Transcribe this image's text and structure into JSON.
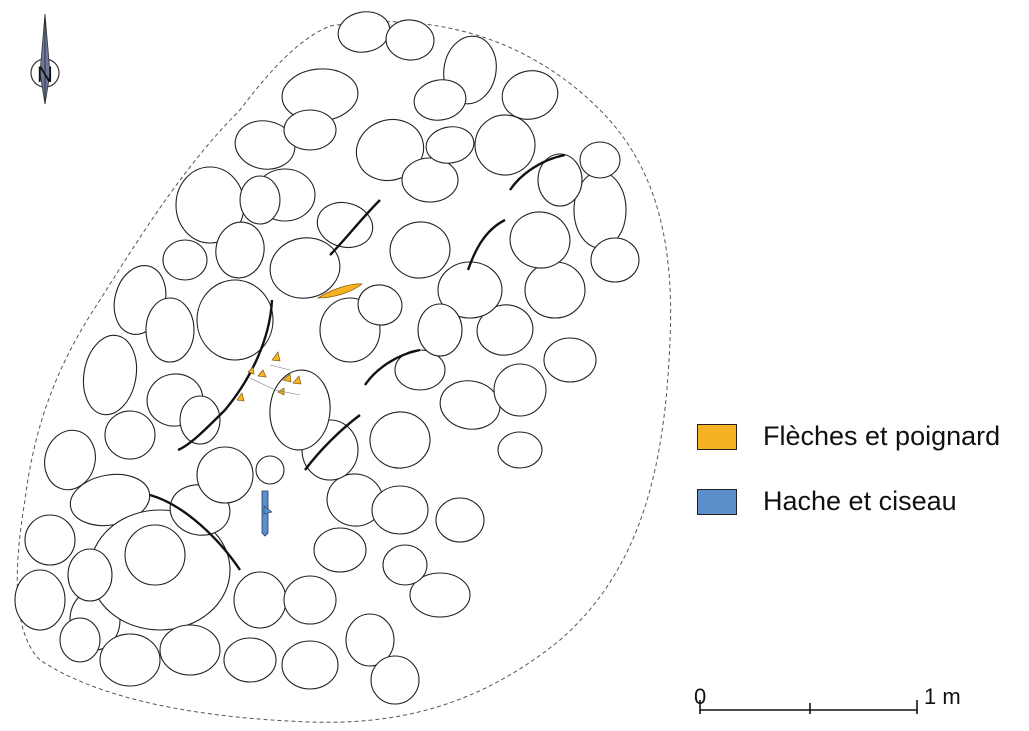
{
  "compass": {
    "letter": "N"
  },
  "legend": [
    {
      "label": "Flèches et poignard",
      "color": "#f5b324"
    },
    {
      "label": "Hache et ciseau",
      "color": "#5b8fcb"
    }
  ],
  "scale_bar": {
    "start_label": "0",
    "end_label": "1 m"
  },
  "colors": {
    "stone_stroke": "#222222",
    "boundary": "#555555"
  }
}
